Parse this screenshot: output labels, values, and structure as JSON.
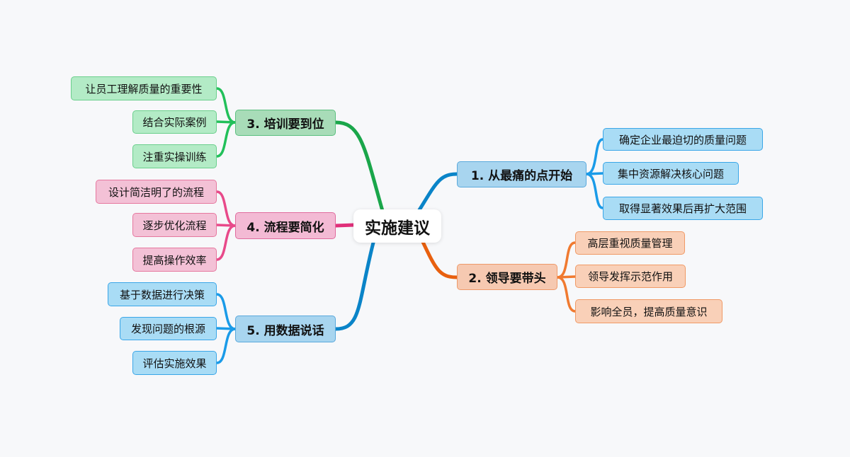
{
  "root": "实施建议",
  "branches": [
    {
      "label": "1. 从最痛的点开始",
      "children": [
        "确定企业最迫切的质量问题",
        "集中资源解决核心问题",
        "取得显著效果后再扩大范围"
      ],
      "color": "#0a84c8"
    },
    {
      "label": "2. 领导要带头",
      "children": [
        "高层重视质量管理",
        "领导发挥示范作用",
        "影响全员，提高质量意识"
      ],
      "color": "#e8600f"
    },
    {
      "label": "3. 培训要到位",
      "children": [
        "让员工理解质量的重要性",
        "结合实际案例",
        "注重实操训练"
      ],
      "color": "#1aa64a"
    },
    {
      "label": "4. 流程要简化",
      "children": [
        "设计简洁明了的流程",
        "逐步优化流程",
        "提高操作效率"
      ],
      "color": "#e0307a"
    },
    {
      "label": "5. 用数据说话",
      "children": [
        "基于数据进行决策",
        "发现问题的根源",
        "评估实施效果"
      ],
      "color": "#0a84c8"
    }
  ]
}
